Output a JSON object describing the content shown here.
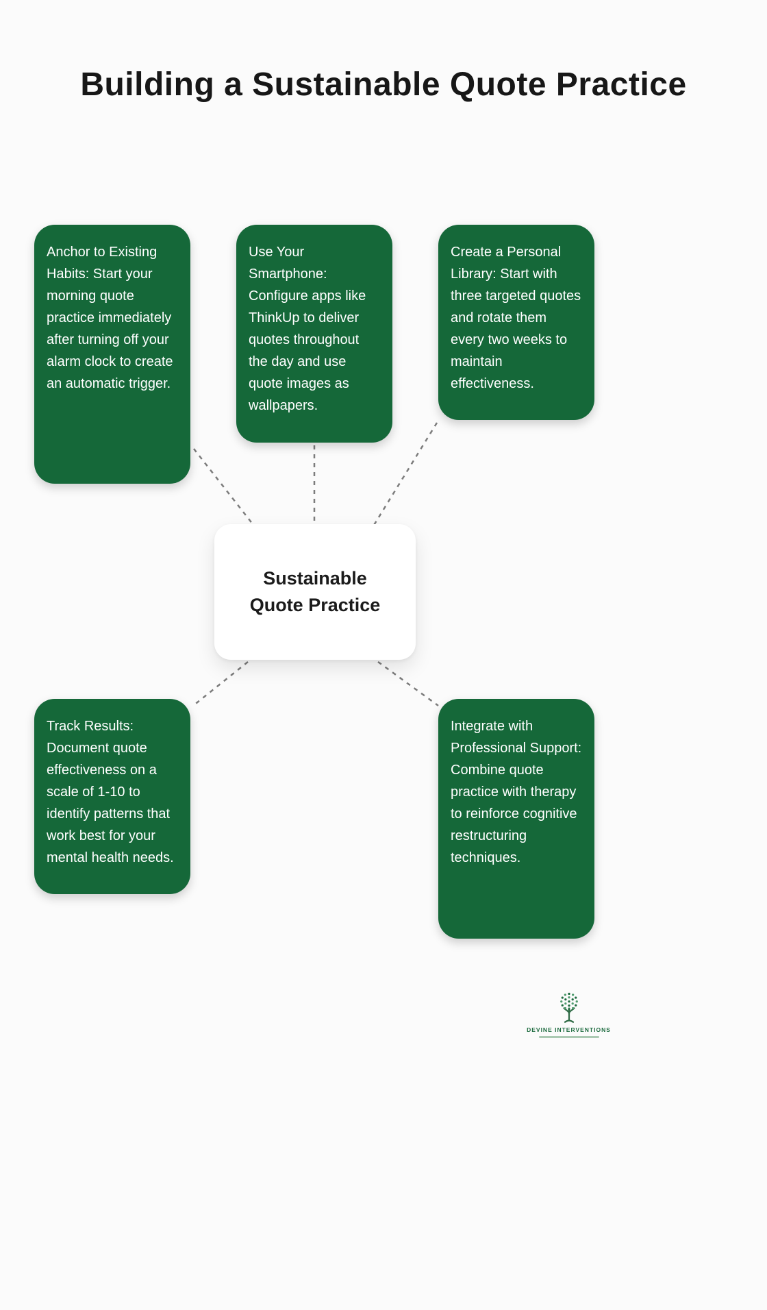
{
  "title": "Building a Sustainable Quote Practice",
  "center": {
    "label": "Sustainable Quote Practice"
  },
  "nodes": [
    {
      "id": "anchor-habits",
      "text": "Anchor to Existing Habits: Start your morning quote practice immediately after turning off your alarm clock to create an automatic trigger."
    },
    {
      "id": "smartphone",
      "text": "Use Your Smartphone: Configure apps like ThinkUp to deliver quotes throughout the day and use quote images as wallpapers."
    },
    {
      "id": "personal-library",
      "text": "Create a Personal Library: Start with three targeted quotes and rotate them every two weeks to maintain effectiveness."
    },
    {
      "id": "track-results",
      "text": "Track Results: Document quote effectiveness on a scale of 1-10 to identify patterns that work best for your mental health needs."
    },
    {
      "id": "professional-support",
      "text": "Integrate with Professional Support: Combine quote practice with therapy to reinforce cognitive restructuring techniques."
    }
  ],
  "logo": {
    "name": "DEVINE INTERVENTIONS"
  },
  "colors": {
    "node_bg": "#156839",
    "node_text": "#ffffff",
    "page_bg": "#fbfbfb",
    "center_bg": "#ffffff",
    "title_color": "#171717",
    "connector": "#7c7c7c",
    "logo_green": "#1d6b3f"
  }
}
